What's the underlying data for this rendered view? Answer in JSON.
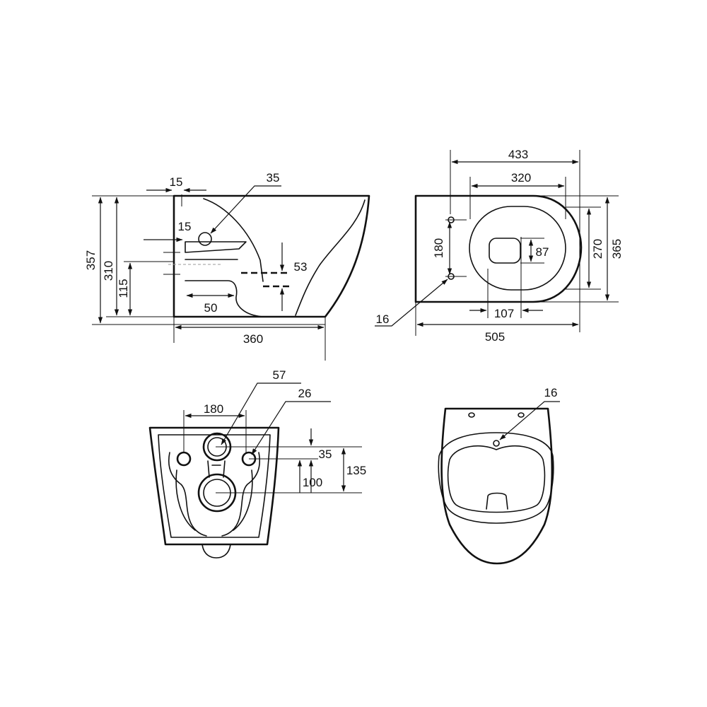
{
  "side_view": {
    "dims": {
      "total_height": "357",
      "upper_height": "310",
      "outlet_height": "115",
      "length": "360",
      "wall_offset": "15",
      "inlet_offset": "15",
      "inlet_diameter": "35",
      "outlet_spacing": "53",
      "outlet_length": "50"
    }
  },
  "top_view": {
    "dims": {
      "overall_width": "433",
      "seat_width": "320",
      "depth": "365",
      "inner_depth": "270",
      "bolt_spacing": "180",
      "drain_size": "87",
      "drain_offset": "107",
      "length": "505",
      "bolt_diameter": "16"
    }
  },
  "back_view": {
    "dims": {
      "outlet_diameter": "57",
      "bolt_diameter": "26",
      "bolt_spacing": "180",
      "inlet_offset": "35",
      "inlet_to_outlet": "100",
      "total_height": "135"
    }
  },
  "front_view": {
    "dims": {
      "tap_hole": "16"
    }
  }
}
